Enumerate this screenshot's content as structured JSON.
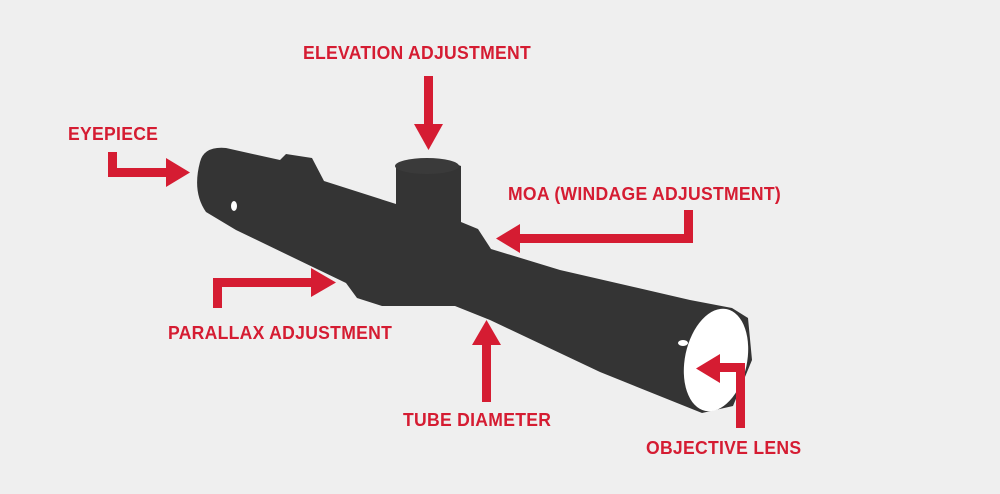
{
  "colors": {
    "background": "#efefef",
    "accent": "#d51c32",
    "scope": "#343434",
    "lens": "#ffffff"
  },
  "labels": {
    "elevation": "ELEVATION ADJUSTMENT",
    "eyepiece": "EYEPIECE",
    "moa": "MOA (WINDAGE ADJUSTMENT)",
    "parallax": "PARALLAX ADJUSTMENT",
    "tube": "TUBE DIAMETER",
    "objective": "OBJECTIVE LENS"
  }
}
